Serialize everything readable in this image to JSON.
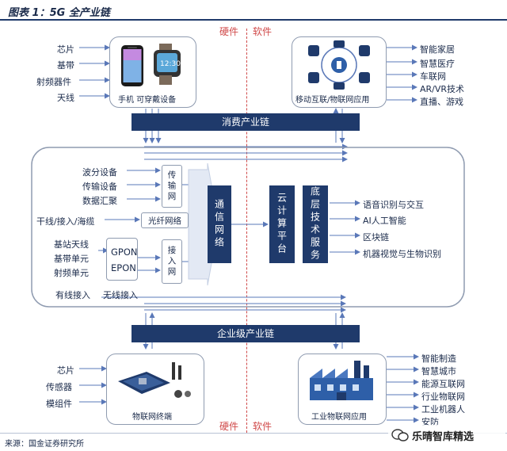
{
  "header": {
    "title": "图表 1：5G 全产业链"
  },
  "zones": {
    "hardware_top": "硬件",
    "software_top": "软件",
    "hardware_bottom": "硬件",
    "software_bottom": "软件"
  },
  "consumer": {
    "left_items": [
      "芯片",
      "基带",
      "射频器件",
      "天线"
    ],
    "left_caption": "手机  可穿戴设备",
    "right_caption": "移动互联/物联网应用",
    "right_items": [
      "智能家居",
      "智慧医疗",
      "车联网",
      "AR/VR技术",
      "直播、游戏"
    ],
    "band": "消费产业链"
  },
  "network": {
    "transport_items": [
      "波分设备",
      "传输设备",
      "数据汇聚"
    ],
    "transport_box": "传输网",
    "fiber_line": "干线/接入/海缆",
    "fiber_box": "光纤网络",
    "base_items": [
      "基站天线",
      "基带单元",
      "射频单元"
    ],
    "pon_items": [
      "GPON",
      "EPON"
    ],
    "access_box": "接入网",
    "access_labels": [
      "有线接入",
      "无线接入"
    ],
    "comm_box": "通信网络",
    "cloud_box": "云计算平台",
    "service_box": "底层技术服务",
    "service_items": [
      "语音识别与交互",
      "AI人工智能",
      "区块链",
      "机器视觉与生物识别"
    ]
  },
  "enterprise": {
    "band": "企业级产业链",
    "left_items": [
      "芯片",
      "传感器",
      "模组件"
    ],
    "left_caption": "物联网终端",
    "right_caption": "工业物联网应用",
    "right_items": [
      "智能制造",
      "智慧城市",
      "能源互联网",
      "行业物联网",
      "工业机器人",
      "安防"
    ]
  },
  "footer": {
    "source": "来源：国金证券研究所",
    "watermark": "乐晴智库精选"
  },
  "colors": {
    "navy": "#1f3a6b",
    "red": "#d04a4a",
    "arrow": "#5a78b8",
    "border": "#8f9bb0"
  }
}
